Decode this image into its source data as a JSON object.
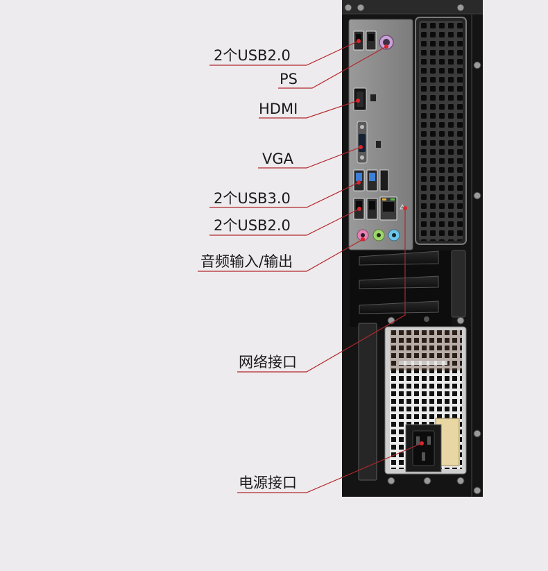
{
  "labels": {
    "usb2_top": "2个USB2.0",
    "ps2": "PS",
    "hdmi": "HDMI",
    "vga": "VGA",
    "usb3": "2个USB3.0",
    "usb2_bottom": "2个USB2.0",
    "audio": "音频输入/输出",
    "network": "网络接口",
    "power": "电源接口"
  },
  "colors": {
    "background": "#edebed",
    "leader_line": "#b3262c",
    "marker_dot": "#d8262e",
    "case_body": "#141414",
    "io_plate": "#8c8c8c",
    "usb3_blue": "#3d7fd6",
    "audio_pink": "#e582b4",
    "audio_green": "#9ed66c",
    "audio_blue": "#6cc4ea"
  }
}
